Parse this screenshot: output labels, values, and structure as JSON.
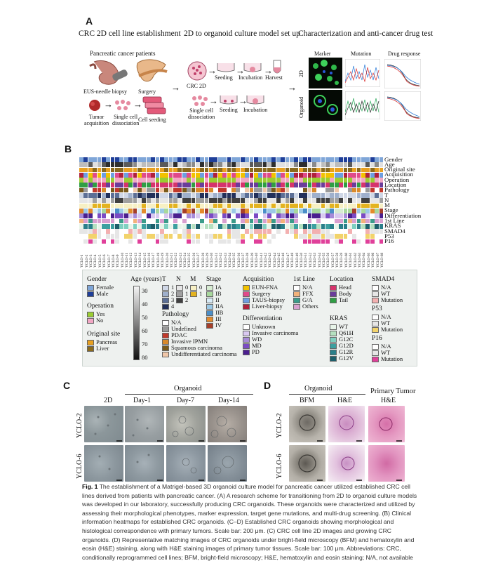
{
  "panel_a": {
    "label": "A",
    "col1_title": "CRC 2D cell line establishment",
    "col2_title": "2D to organoid culture model set up",
    "col3_title": "Characterization and anti-cancer drug test",
    "patients_label": "Pancreatic cancer patients",
    "eus_label": "EUS-needle biopsy",
    "surgery_label": "Surgery",
    "tumor_label": "Tumor\nacquisition",
    "single_cell_label": "Single cell\ndissociation",
    "cell_seeding_label": "Cell seeding",
    "crc2d_label": "CRC 2D",
    "seeding_label": "Seeding",
    "incubation_label": "Incubation",
    "harvest_label": "Harvest",
    "single_cell_label2": "Single cell\ndissociation",
    "seeding_label2": "Seeding",
    "incubation_label2": "Incubation",
    "marker_label": "Marker",
    "mutation_label": "Mutation",
    "drug_label": "Drug response",
    "row_2d": "2D",
    "row_organoid": "Organoid"
  },
  "panel_b": {
    "label": "B",
    "row_labels": [
      "Gender",
      "Age",
      "Original site",
      "Acquisition",
      "Operation",
      "Location",
      "Pathology",
      "T",
      "N",
      "M",
      "Stage",
      "Differentiation",
      "1st Line",
      "KRAS",
      "SMAD4",
      "P53",
      "P16"
    ],
    "sample_labels": [
      "YCLO-1",
      "YCLO-2",
      "YCLO-3",
      "YCLO-4",
      "YCLO-5",
      "YCLO-6",
      "YCLO-7",
      "YCLO-8",
      "YCLO-9",
      "YCLO-10",
      "YCLO-11",
      "YCLO-12",
      "YCLO-13",
      "YCLO-14",
      "YCLO-15",
      "YCLO-16",
      "YCLO-17",
      "YCLO-18",
      "YCLO-19",
      "YCLO-20",
      "YCLO-21",
      "YCLO-22",
      "YCLO-23",
      "YCLO-24",
      "YCLO-25",
      "YCLO-26",
      "YCLO-27",
      "YCLO-28",
      "YCLO-29",
      "YCLO-30",
      "YCLO-31",
      "YCLO-32",
      "YCLO-33",
      "YCLO-34",
      "YCLO-35",
      "YCLO-36",
      "YCLO-37",
      "YCLO-38",
      "YCLO-39",
      "YCLO-40",
      "YCLO-41",
      "YCLO-42",
      "YCLO-43",
      "YCLO-44",
      "YCLO-45",
      "YCLO-46",
      "YCLO-47",
      "YCLO-48",
      "YCLO-49",
      "YCLO-50",
      "YCLO-51",
      "YCLO-52",
      "YCLO-53",
      "YCLO-54",
      "YCLO-55",
      "YCLO-56",
      "YCLO-57",
      "YCLO-58",
      "YCLO-59",
      "YCLO-60",
      "YCLO-61",
      "YCLO-62",
      "YCLO-63",
      "YCLO-64",
      "YCLO-65",
      "YCLO-66",
      "YCLO-67",
      "YCLO-68"
    ],
    "legend": {
      "gender_title": "Gender",
      "gender_items": [
        {
          "label": "Female",
          "color": "#7fa6d8"
        },
        {
          "label": "Male",
          "color": "#1f3f99"
        }
      ],
      "age_title": "Age (years)",
      "age_ticks": [
        "30",
        "40",
        "50",
        "60",
        "70",
        "80"
      ],
      "operation_title": "Operation",
      "operation_items": [
        {
          "label": "Yes",
          "color": "#9acd32"
        },
        {
          "label": "No",
          "color": "#f2a7c4"
        }
      ],
      "site_title": "Original site",
      "site_items": [
        {
          "label": "Pancreas",
          "color": "#e8a020"
        },
        {
          "label": "Liver",
          "color": "#8b6a1c"
        }
      ],
      "t_title": "T",
      "t_items": [
        {
          "label": "1",
          "color": "#cfd7e6"
        },
        {
          "label": "2",
          "color": "#9fb0cc"
        },
        {
          "label": "3",
          "color": "#5c6f96"
        },
        {
          "label": "4",
          "color": "#22305a"
        }
      ],
      "n_title": "N",
      "n_items": [
        {
          "label": "0",
          "color": "#e6e6e6"
        },
        {
          "label": "1",
          "color": "#a0a0a0"
        },
        {
          "label": "2",
          "color": "#404040"
        }
      ],
      "m_title": "M",
      "m_items": [
        {
          "label": "0",
          "color": "#f7f0c4"
        },
        {
          "label": "1",
          "color": "#e3b320"
        }
      ],
      "stage_title": "Stage",
      "stage_items": [
        {
          "label": "IA",
          "color": "#d7ecd2"
        },
        {
          "label": "IB",
          "color": "#a8d89d"
        },
        {
          "label": "II",
          "color": "#d9ecf7"
        },
        {
          "label": "IIA",
          "color": "#9cc9e6"
        },
        {
          "label": "IIB",
          "color": "#4b8fc8"
        },
        {
          "label": "III",
          "color": "#e38b2c"
        },
        {
          "label": "IV",
          "color": "#a6402a"
        }
      ],
      "acq_title": "Acquisition",
      "acq_items": [
        {
          "label": "EUN-FNA",
          "color": "#f2c200"
        },
        {
          "label": "Surgery",
          "color": "#e04a8a"
        },
        {
          "label": "TAUS-biopsy",
          "color": "#6d9ee0"
        },
        {
          "label": "Liver-biopsy",
          "color": "#b0213c"
        }
      ],
      "line_title": "1st Line",
      "line_items": [
        {
          "label": "N/A",
          "color": "#ffffff"
        },
        {
          "label": "FFX",
          "color": "#f3b27a"
        },
        {
          "label": "G/A",
          "color": "#3b9c8a"
        },
        {
          "label": "Others",
          "color": "#d9a0d0"
        }
      ],
      "loc_title": "Location",
      "loc_items": [
        {
          "label": "Head",
          "color": "#d6336c"
        },
        {
          "label": "Body",
          "color": "#6a3d9a"
        },
        {
          "label": "Tail",
          "color": "#2f9e44"
        }
      ],
      "smad_title": "SMAD4",
      "smad_items": [
        {
          "label": "N/A",
          "color": "#ffffff"
        },
        {
          "label": "WT",
          "color": "#e6e6e6"
        },
        {
          "label": "Mutation",
          "color": "#f3b0b0"
        }
      ],
      "path_title": "Pathology",
      "path_items": [
        {
          "label": "N/A",
          "color": "#ffffff"
        },
        {
          "label": "Undefined",
          "color": "#9a9a9a"
        },
        {
          "label": "PDAC",
          "color": "#c0392b"
        },
        {
          "label": "Invasive IPMN",
          "color": "#d98a2b"
        },
        {
          "label": "Squamous carcinoma",
          "color": "#7a5a1a"
        },
        {
          "label": "Undifferentiated carcinoma",
          "color": "#f0c7a8"
        }
      ],
      "diff_title": "Differentiation",
      "diff_items": [
        {
          "label": "Unknown",
          "color": "#ffffff"
        },
        {
          "label": "Invasive carcinoma",
          "color": "#d9c9f0"
        },
        {
          "label": "WD",
          "color": "#a78bd8"
        },
        {
          "label": "MD",
          "color": "#7b4bc4"
        },
        {
          "label": "PD",
          "color": "#4b1f8f"
        }
      ],
      "kras_title": "KRAS",
      "kras_items": [
        {
          "label": "WT",
          "color": "#e8f5e9"
        },
        {
          "label": "Q61H",
          "color": "#b5e0c0"
        },
        {
          "label": "G12C",
          "color": "#7fd0c0"
        },
        {
          "label": "G12D",
          "color": "#3ca0a0"
        },
        {
          "label": "G12R",
          "color": "#2a7f8a"
        },
        {
          "label": "G12V",
          "color": "#1d5f6b"
        }
      ],
      "p53_title": "P53",
      "p53_items": [
        {
          "label": "N/A",
          "color": "#ffffff"
        },
        {
          "label": "WT",
          "color": "#e6e6e6"
        },
        {
          "label": "Mutation",
          "color": "#f2d36b"
        }
      ],
      "p16_title": "P16",
      "p16_items": [
        {
          "label": "N/A",
          "color": "#ffffff"
        },
        {
          "label": "WT",
          "color": "#e6e6e6"
        },
        {
          "label": "Mutation",
          "color": "#e0409a"
        }
      ]
    }
  },
  "panel_c": {
    "label": "C",
    "group_title": "Organoid",
    "col_2d": "2D",
    "col_day1": "Day-1",
    "col_day7": "Day-7",
    "col_day14": "Day-14",
    "row1": "YCLO-2",
    "row2": "YCLO-6"
  },
  "panel_d": {
    "label": "D",
    "group_title": "Organoid",
    "primary_title": "Primary Tumor",
    "col_bfm": "BFM",
    "col_he": "H&E",
    "col_he2": "H&E",
    "row1": "YCLO-2",
    "row2": "YCLO-6"
  },
  "caption": {
    "fig": "Fig. 1",
    "text": "The establishment of a Matrigel-based 3D organoid culture model for pancreatic cancer utilized established CRC cell lines derived from patients with pancreatic cancer. (A) A research scheme for transitioning from 2D to organoid culture models was developed in our laboratory, successfully producing CRC organoids. These organoids were characterized and utilized by assessing their morphological phenotypes, marker expression, target gene mutations, and multi-drug screening. (B) Clinical information heatmaps for established CRC organoids. (C–D) Established CRC organoids showing morphological and histological correspondence with primary tumors. Scale bar: 200 μm. (C) CRC cell line 2D images and growing CRC organoids. (D) Representative matching images of CRC organoids under bright-field microscopy (BFM) and hematoxylin and eosin (H&E) staining, along with H&E staining images of primary tumor tissues. Scale bar: 100 μm. Abbreviations: CRC, conditionally reprogrammed cell lines; BFM, bright-field microscopy; H&E, hematoxylin and eosin staining; N/A, not available"
  }
}
